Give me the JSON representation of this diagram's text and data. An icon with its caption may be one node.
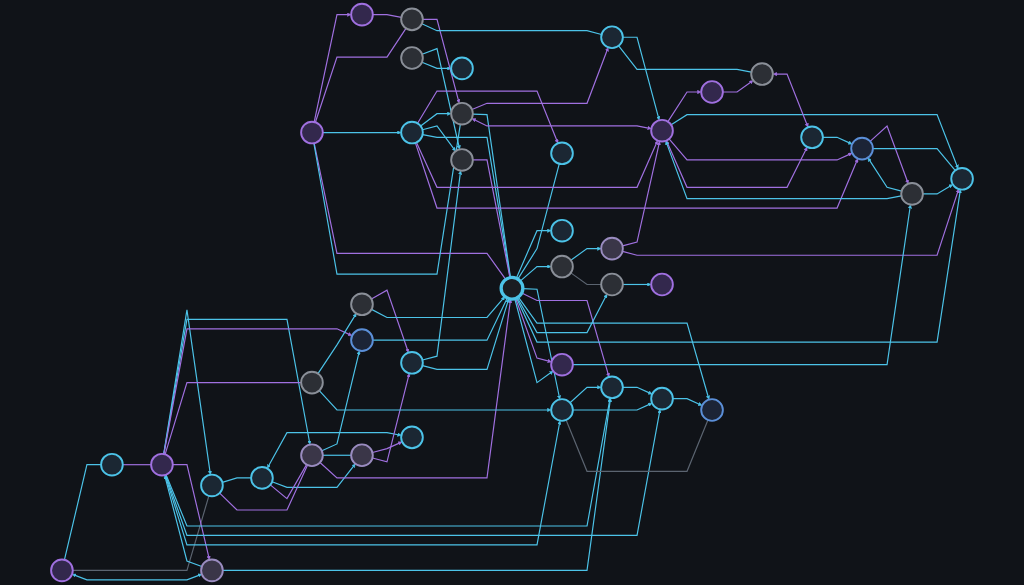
{
  "diagram": {
    "nodes": [
      {
        "text": [],
        "shape": "circle"
      },
      {
        "text": [],
        "shape": "circle"
      },
      {
        "text": [],
        "shape": "circle"
      },
      {
        "text": [],
        "shape": "circle"
      },
      {
        "text": [],
        "shape": "circle"
      },
      {
        "text": [],
        "shape": "circle"
      },
      {
        "text": [],
        "shape": "circle"
      },
      {
        "text": [],
        "shape": "circle"
      },
      {
        "text": [],
        "shape": "circle"
      },
      {
        "text": [],
        "shape": "circle"
      },
      {
        "text": [],
        "shape": "circle"
      },
      {
        "text": [],
        "shape": "circle"
      },
      {
        "text": [],
        "shape": "circle"
      },
      {
        "text": [],
        "shape": "circle"
      },
      {
        "text": [],
        "shape": "circle"
      },
      {
        "text": [],
        "shape": "circle"
      },
      {
        "text": [],
        "shape": "circle"
      },
      {
        "text": [],
        "shape": "circle"
      },
      {
        "text": [],
        "shape": "circle"
      },
      {
        "text": [],
        "shape": "circle"
      },
      {
        "text": [],
        "shape": "circle"
      },
      {
        "text": [],
        "shape": "circle"
      },
      {
        "text": [],
        "shape": "circle"
      },
      {
        "text": [],
        "shape": "circle"
      },
      {
        "text": [],
        "shape": "circle"
      },
      {
        "text": [],
        "shape": "circle"
      },
      {
        "text": [],
        "shape": "circle"
      },
      {
        "text": [],
        "shape": "circle"
      },
      {
        "text": [],
        "shape": "circle"
      },
      {
        "text": [],
        "shape": "circle"
      },
      {
        "text": [],
        "shape": "circle"
      },
      {
        "text": [],
        "shape": "circle"
      },
      {
        "text": [],
        "shape": "circle"
      },
      {
        "text": [],
        "shape": "circle"
      },
      {
        "text": [],
        "shape": "circle"
      },
      {
        "text": [],
        "shape": "circle"
      },
      {
        "text": [],
        "shape": "circle"
      },
      {
        "text": [],
        "shape": "circle"
      },
      {
        "text": [],
        "shape": "circle"
      },
      {
        "text": [],
        "shape": "circle"
      },
      {
        "text": [],
        "shape": "circle"
      }
    ],
    "edges": [
      {
        "from": 6,
        "to": 2,
        "arrow": "both"
      },
      {
        "from": 7,
        "to": 2,
        "arrow": "to",
        "color": "#a070e0"
      },
      {
        "from": 6,
        "to": 7,
        "arrow": "to"
      },
      {
        "from": 11,
        "to": 6,
        "arrow": "none"
      },
      {
        "from": 6,
        "to": 12,
        "arrow": "none",
        "color": "#a070e0"
      },
      {
        "from": 11,
        "to": 12,
        "arrow": "none",
        "color": "#a070e0"
      },
      {
        "from": 12,
        "to": 13,
        "arrow": "to"
      },
      {
        "from": 12,
        "to": 7,
        "arrow": "none"
      },
      {
        "from": 12,
        "to": 23,
        "arrow": "to",
        "color": "#a070e0"
      },
      {
        "from": 7,
        "to": 14,
        "arrow": "to",
        "color": "#a070e0"
      },
      {
        "from": 23,
        "to": 1,
        "arrow": "to"
      },
      {
        "from": 20,
        "to": 11,
        "arrow": "to"
      },
      {
        "from": 20,
        "to": 12,
        "arrow": "to"
      },
      {
        "from": 20,
        "to": 13,
        "arrow": "to",
        "color": "#a070e0"
      },
      {
        "from": 20,
        "to": 21,
        "arrow": "none",
        "color": "#a070e0"
      },
      {
        "from": 18,
        "to": 19,
        "arrow": "none"
      },
      {
        "from": 19,
        "to": 20,
        "arrow": "none",
        "color": "#a070e0"
      },
      {
        "from": 18,
        "to": 11,
        "arrow": "none",
        "color": "#5b6470"
      },
      {
        "from": 21,
        "to": 22,
        "arrow": "to"
      },
      {
        "from": 22,
        "to": 14,
        "arrow": "to",
        "color": "#a070e0"
      },
      {
        "from": 22,
        "to": 23,
        "arrow": "to"
      },
      {
        "from": 14,
        "to": 8,
        "arrow": "to"
      },
      {
        "from": 14,
        "to": 23,
        "arrow": "to"
      },
      {
        "from": 3,
        "to": 8,
        "arrow": "to"
      },
      {
        "from": 3,
        "to": 0,
        "arrow": "to"
      },
      {
        "from": 23,
        "to": 4,
        "arrow": "none"
      },
      {
        "from": 15,
        "to": 4,
        "arrow": "to",
        "color": "#a070e0"
      },
      {
        "from": 9,
        "to": 5,
        "arrow": "to",
        "color": "#a070e0"
      },
      {
        "from": 5,
        "to": 10,
        "arrow": "none",
        "color": "#a070e0"
      },
      {
        "from": 9,
        "to": 10,
        "arrow": "none",
        "color": "#a070e0"
      },
      {
        "from": 9,
        "to": 15,
        "arrow": "to"
      },
      {
        "from": 9,
        "to": 23,
        "arrow": "none",
        "color": "#a070e0"
      },
      {
        "from": 9,
        "to": 16,
        "arrow": "none"
      },
      {
        "from": 10,
        "to": 16,
        "arrow": "to",
        "color": "#a070e0"
      },
      {
        "from": 10,
        "to": 17,
        "arrow": "none"
      },
      {
        "from": 16,
        "to": 17,
        "arrow": "to",
        "color": "#a070e0"
      },
      {
        "from": 15,
        "to": 16,
        "arrow": "to"
      },
      {
        "from": 16,
        "to": 23,
        "arrow": "none"
      },
      {
        "from": 15,
        "to": 8,
        "arrow": "to"
      },
      {
        "from": 15,
        "to": 23,
        "arrow": "none"
      },
      {
        "from": 17,
        "to": 26,
        "arrow": "to"
      },
      {
        "from": 17,
        "to": 28,
        "arrow": "none"
      },
      {
        "from": 16,
        "to": 26,
        "arrow": "both",
        "color": "#a070e0"
      },
      {
        "from": 15,
        "to": 26,
        "arrow": "to",
        "color": "#a070e0"
      },
      {
        "from": 23,
        "to": 24,
        "arrow": "to"
      },
      {
        "from": 24,
        "to": 25,
        "arrow": "to"
      },
      {
        "from": 25,
        "to": 26,
        "arrow": "to",
        "color": "#a070e0"
      },
      {
        "from": 26,
        "to": 27,
        "arrow": "to",
        "color": "#a070e0"
      },
      {
        "from": 27,
        "to": 28,
        "arrow": "to",
        "color": "#a070e0"
      },
      {
        "from": 18,
        "to": 29,
        "arrow": "both"
      },
      {
        "from": 29,
        "to": 20,
        "arrow": "to"
      },
      {
        "from": 20,
        "to": 29,
        "arrow": "to",
        "color": "#a070e0"
      },
      {
        "from": 29,
        "to": 33,
        "arrow": "to"
      },
      {
        "from": 20,
        "to": 33,
        "arrow": "to"
      },
      {
        "from": 20,
        "to": 35,
        "arrow": "to"
      },
      {
        "from": 21,
        "to": 30,
        "arrow": "to"
      },
      {
        "from": 20,
        "to": 30,
        "arrow": "to"
      },
      {
        "from": 23,
        "to": 30,
        "arrow": "to"
      },
      {
        "from": 23,
        "to": 33,
        "arrow": "to",
        "color": "#a070e0"
      },
      {
        "from": 30,
        "to": 33,
        "arrow": "to"
      },
      {
        "from": 33,
        "to": 35,
        "arrow": "to"
      },
      {
        "from": 30,
        "to": 35,
        "arrow": "to"
      },
      {
        "from": 35,
        "to": 38,
        "arrow": "to"
      },
      {
        "from": 23,
        "to": 38,
        "arrow": "to"
      },
      {
        "from": 30,
        "to": 38,
        "arrow": "none",
        "color": "#5b6470"
      },
      {
        "from": 23,
        "to": 36,
        "arrow": "to"
      },
      {
        "from": 36,
        "to": 40,
        "arrow": "to"
      },
      {
        "from": 23,
        "to": 31,
        "arrow": "to"
      },
      {
        "from": 24,
        "to": 36,
        "arrow": "none",
        "color": "#5b6470"
      },
      {
        "from": 25,
        "to": 31,
        "arrow": "to",
        "color": "#a070e0"
      },
      {
        "from": 26,
        "to": 31,
        "arrow": "to"
      },
      {
        "from": 23,
        "to": 39,
        "arrow": "to",
        "color": "#a070e0"
      },
      {
        "from": 23,
        "to": 39,
        "arrow": "to"
      },
      {
        "from": 15,
        "to": 34,
        "arrow": "to",
        "color": "#a070e0"
      },
      {
        "from": 26,
        "to": 34,
        "arrow": "to",
        "color": "#a070e0"
      },
      {
        "from": 32,
        "to": 26,
        "arrow": "both",
        "color": "#a070e0"
      },
      {
        "from": 28,
        "to": 32,
        "arrow": "both",
        "color": "#a070e0"
      },
      {
        "from": 32,
        "to": 34,
        "arrow": "to"
      },
      {
        "from": 37,
        "to": 31,
        "arrow": "to"
      },
      {
        "from": 37,
        "to": 26,
        "arrow": "to"
      },
      {
        "from": 37,
        "to": 34,
        "arrow": "to"
      },
      {
        "from": 34,
        "to": 37,
        "arrow": "to",
        "color": "#a070e0"
      },
      {
        "from": 39,
        "to": 37,
        "arrow": "to"
      },
      {
        "from": 31,
        "to": 34,
        "arrow": "none"
      },
      {
        "from": 13,
        "to": 23,
        "arrow": "none"
      },
      {
        "from": 8,
        "to": 23,
        "arrow": "none",
        "color": "#a070e0"
      }
    ]
  }
}
